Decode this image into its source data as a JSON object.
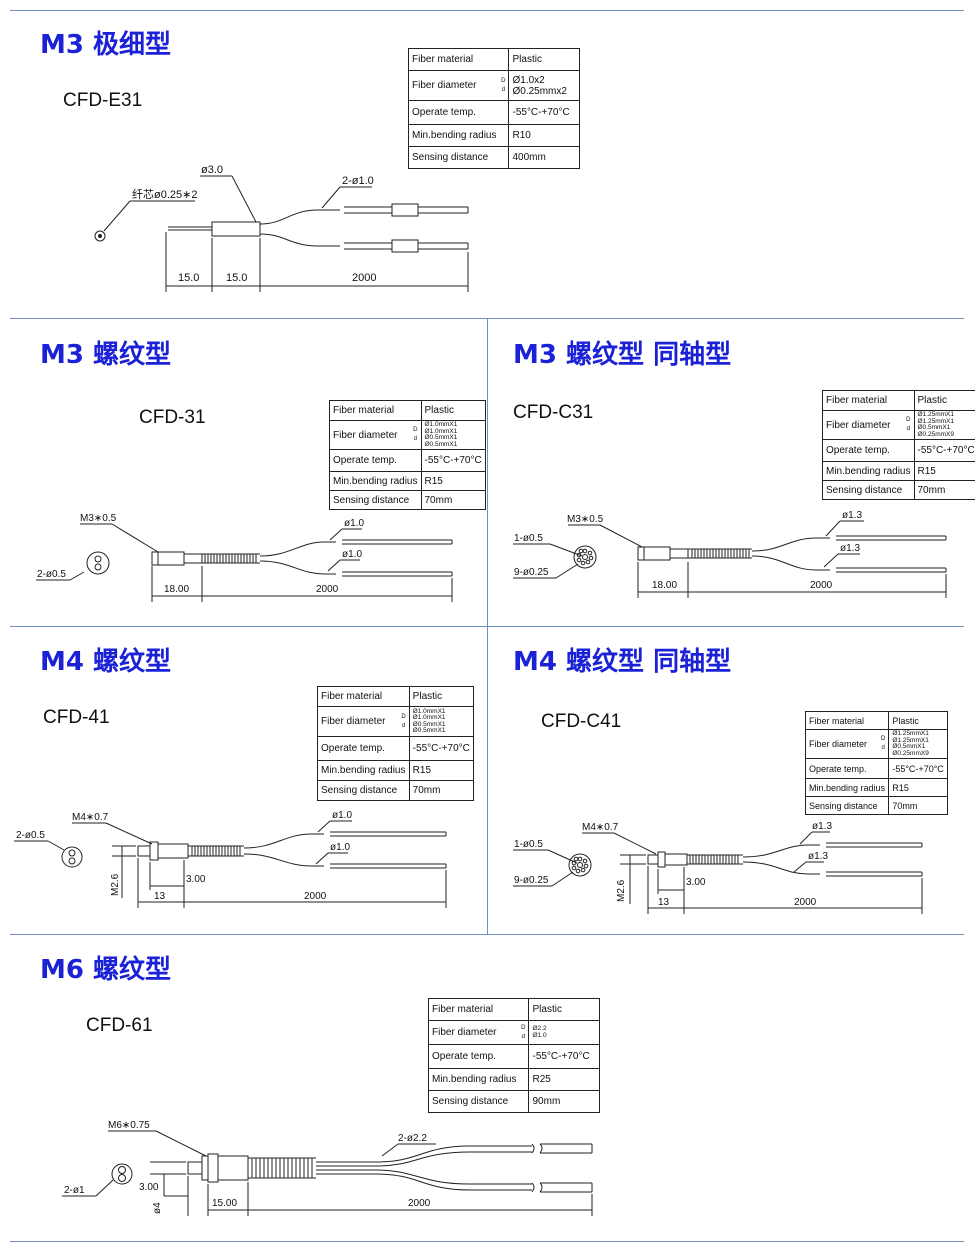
{
  "sections": [
    {
      "title": "M3 极细型",
      "model": "CFD-E31",
      "spec": {
        "material_label": "Fiber material",
        "material": "Plastic",
        "diameter_label": "Fiber diameter",
        "d_big": "D",
        "d_small": "d",
        "diameter": [
          "Ø1.0x2",
          "Ø0.25mmx2"
        ],
        "temp_label": "Operate temp.",
        "temp": "-55°C-+70°C",
        "bend_label": "Min.bending radius",
        "bend": "R10",
        "sense_label": "Sensing distance",
        "sense": "400mm"
      },
      "dims": {
        "core": "纤芯ø0.25∗2",
        "head": "ø3.0",
        "fiber": "2-ø1.0",
        "l1": "15.0",
        "l2": "15.0",
        "l3": "2000"
      }
    },
    {
      "title": "M3 螺纹型",
      "model": "CFD-31",
      "spec": {
        "material_label": "Fiber material",
        "material": "Plastic",
        "diameter_label": "Fiber diameter",
        "d_big": "D",
        "d_small": "d",
        "diameter": [
          "Ø1.0mmX1",
          "Ø1.0mmX1",
          "Ø0.5mmX1",
          "Ø0.5mmX1"
        ],
        "temp_label": "Operate temp.",
        "temp": "-55°C-+70°C",
        "bend_label": "Min.bending radius",
        "bend": "R15",
        "sense_label": "Sensing distance",
        "sense": "70mm"
      },
      "dims": {
        "thread": "M3∗0.5",
        "end": "2-ø0.5",
        "f1": "ø1.0",
        "f2": "ø1.0",
        "l1": "18.00",
        "l2": "2000"
      }
    },
    {
      "title": "M3 螺纹型 同轴型",
      "model": "CFD-C31",
      "spec": {
        "material_label": "Fiber material",
        "material": "Plastic",
        "diameter_label": "Fiber diameter",
        "d_big": "D",
        "d_small": "d",
        "diameter": [
          "Ø1.25mmX1",
          "Ø1.25mmX1",
          "Ø0.5mmX1",
          "Ø0.25mmX9"
        ],
        "temp_label": "Operate temp.",
        "temp": "-55°C-+70°C",
        "bend_label": "Min.bending radius",
        "bend": "R15",
        "sense_label": "Sensing distance",
        "sense": "70mm"
      },
      "dims": {
        "thread": "M3∗0.5",
        "center": "1-ø0.5",
        "ring": "9-ø0.25",
        "f1": "ø1.3",
        "f2": "ø1.3",
        "l1": "18.00",
        "l2": "2000"
      }
    },
    {
      "title": "M4 螺纹型",
      "model": "CFD-41",
      "spec": {
        "material_label": "Fiber material",
        "material": "Plastic",
        "diameter_label": "Fiber diameter",
        "d_big": "D",
        "d_small": "d",
        "diameter": [
          "Ø1.0mmX1",
          "Ø1.0mmX1",
          "Ø0.5mmX1",
          "Ø0.5mmX1"
        ],
        "temp_label": "Operate temp.",
        "temp": "-55°C-+70°C",
        "bend_label": "Min.bending radius",
        "bend": "R15",
        "sense_label": "Sensing distance",
        "sense": "70mm"
      },
      "dims": {
        "thread": "M4∗0.7",
        "end": "2-ø0.5",
        "f1": "ø1.0",
        "f2": "ø1.0",
        "tip": "M2.6",
        "short": "3.00",
        "l1": "13",
        "l2": "2000"
      }
    },
    {
      "title": "M4 螺纹型 同轴型",
      "model": "CFD-C41",
      "spec": {
        "material_label": "Fiber material",
        "material": "Plastic",
        "diameter_label": "Fiber diameter",
        "d_big": "D",
        "d_small": "d",
        "diameter": [
          "Ø1.25mmX1",
          "Ø1.25mmX1",
          "Ø0.5mmX1",
          "Ø0.25mmX9"
        ],
        "temp_label": "Operate temp.",
        "temp": "-55°C-+70°C",
        "bend_label": "Min.bending radius",
        "bend": "R15",
        "sense_label": "Sensing distance",
        "sense": "70mm"
      },
      "dims": {
        "thread": "M4∗0.7",
        "center": "1-ø0.5",
        "ring": "9-ø0.25",
        "f1": "ø1.3",
        "f2": "ø1.3",
        "tip": "M2.6",
        "short": "3.00",
        "l1": "13",
        "l2": "2000"
      }
    },
    {
      "title": "M6 螺纹型",
      "model": "CFD-61",
      "spec": {
        "material_label": "Fiber material",
        "material": "Plastic",
        "diameter_label": "Fiber diameter",
        "d_big": "D",
        "d_small": "d",
        "diameter": [
          "Ø2.2",
          "Ø1.0"
        ],
        "temp_label": "Operate temp.",
        "temp": "-55°C-+70°C",
        "bend_label": "Min.bending radius",
        "bend": "R25",
        "sense_label": "Sensing distance",
        "sense": "90mm"
      },
      "dims": {
        "thread": "M6∗0.75",
        "end": "2-ø1",
        "fiber": "2-ø2.2",
        "short": "3.00",
        "tip": "ø4",
        "l1": "15.00",
        "l2": "2000"
      }
    }
  ]
}
